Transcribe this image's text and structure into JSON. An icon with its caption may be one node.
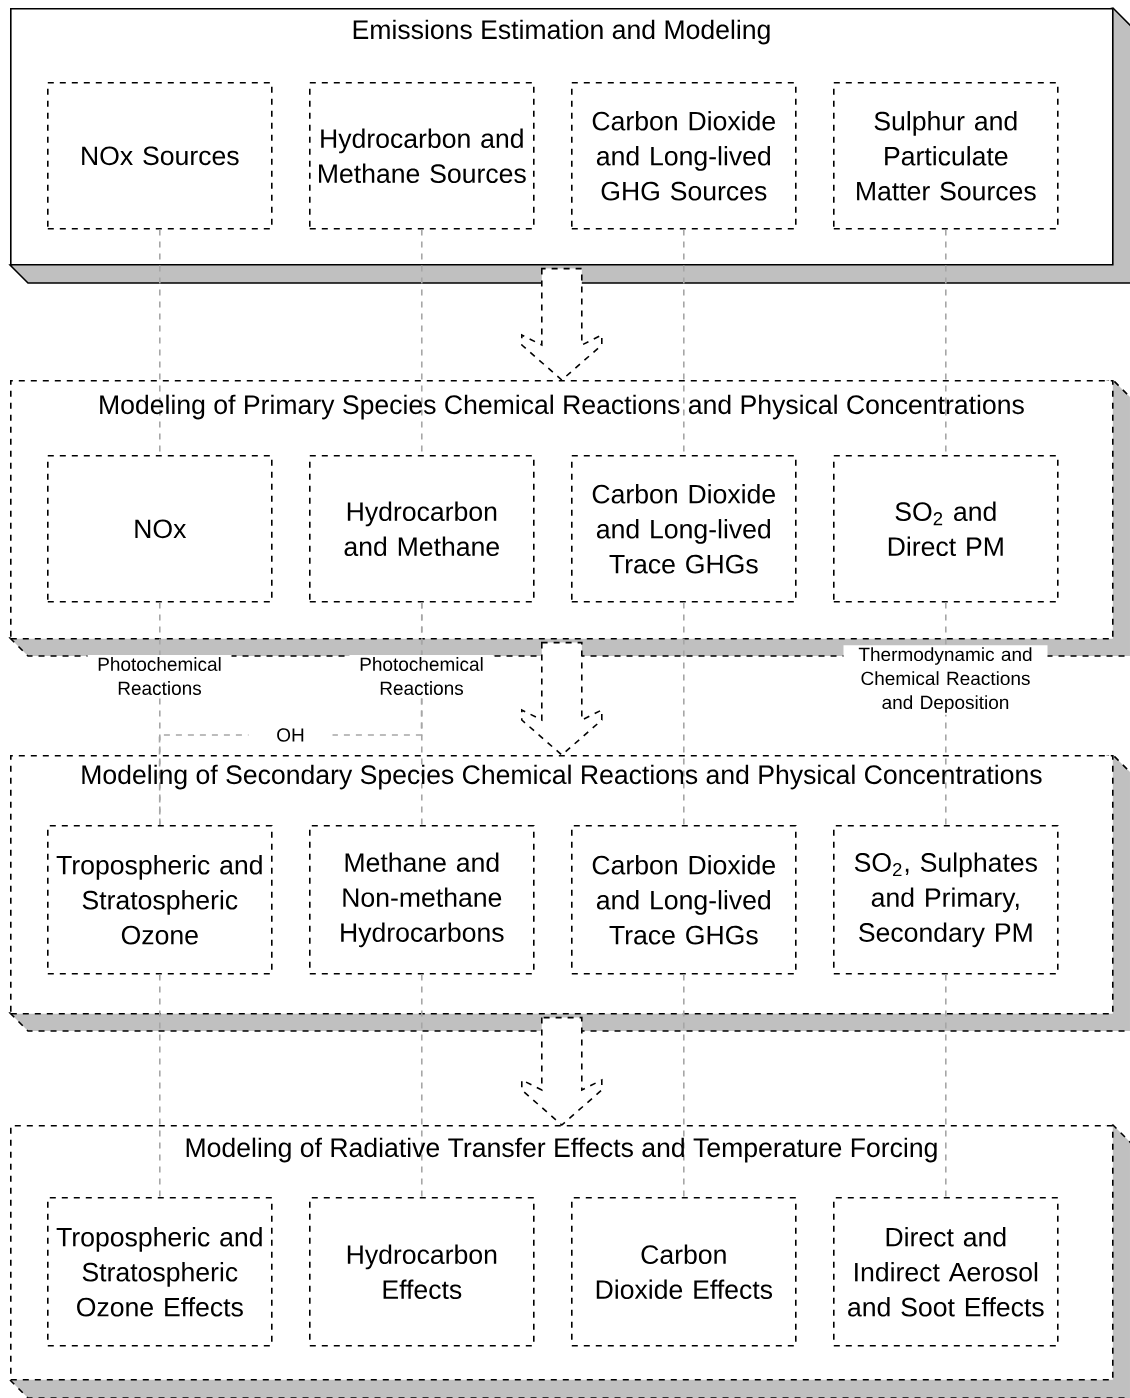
{
  "diagram": {
    "nodes": [
      {
        "text": [
          "Emissions Estimation and Modeling"
        ]
      },
      {
        "text": [
          "NOx Sources"
        ],
        "in": 0
      },
      {
        "text": [
          "Hydrocarbon and Methane Sources"
        ],
        "in": 0
      },
      {
        "text": [
          "Carbon Dioxide and Long-lived GHG Sources"
        ],
        "in": 0
      },
      {
        "text": [
          "Sulphur and Particulate Matter Sources"
        ],
        "in": 0
      },
      {
        "text": [
          "Modeling of Primary Species Chemical Reactions and Physical Concentrations"
        ]
      },
      {
        "text": [
          "NOx"
        ],
        "in": 5
      },
      {
        "text": [
          "Hydrocarbon and Methane"
        ],
        "in": 5
      },
      {
        "text": [
          "Carbon Dioxide and Long-lived Trace GHGs"
        ],
        "in": 5
      },
      {
        "text": [
          "SO$_{2}$ and Direct PM"
        ],
        "in": 5
      },
      {
        "text": [
          "Modeling of Secondary Species Chemical Reactions and Physical Concentrations"
        ]
      },
      {
        "text": [
          "Tropospheric and Stratospheric Ozone"
        ],
        "in": 10
      },
      {
        "text": [
          "Methane and Non-methane Hydrocarbons"
        ],
        "in": 10
      },
      {
        "text": [
          "Carbon Dioxide and Long-lived Trace GHGs"
        ],
        "in": 10
      },
      {
        "text": [
          "SO$_{2}$, Sulphates and Primary, Secondary PM"
        ],
        "in": 10
      },
      {
        "text": [
          "Modeling of Radiative Transfer Effects and Temperature Forcing"
        ]
      },
      {
        "text": [
          "Tropospheric and Stratospheric Ozone Effects"
        ],
        "in": 15
      },
      {
        "text": [
          "Hydrocarbon Effects"
        ],
        "in": 15
      },
      {
        "text": [
          "Carbon Dioxide Effects"
        ],
        "in": 15
      },
      {
        "text": [
          "Direct and Indirect Aerosol and Soot Effects"
        ],
        "in": 15
      }
    ],
    "edges": [
      {
        "from": 0,
        "to": 5,
        "arrow": "to",
        "style": "dashed",
        "color": "#000000"
      },
      {
        "from": 5,
        "to": 10,
        "arrow": "to",
        "style": "dashed",
        "color": "#000000"
      },
      {
        "from": 10,
        "to": 15,
        "arrow": "to",
        "style": "dashed",
        "color": "#000000"
      },
      {
        "from": 1,
        "to": 6,
        "arrow": "none",
        "style": "dashed",
        "color": "#a6a6a6"
      },
      {
        "from": 2,
        "to": 7,
        "arrow": "none",
        "style": "dashed",
        "color": "#a6a6a6"
      },
      {
        "from": 3,
        "to": 8,
        "arrow": "none",
        "style": "dashed",
        "color": "#a6a6a6"
      },
      {
        "from": 4,
        "to": 9,
        "arrow": "none",
        "style": "dashed",
        "color": "#a6a6a6"
      },
      {
        "from": 6,
        "to": 11,
        "arrow": "none",
        "style": "dashed",
        "color": "#a6a6a6",
        "label": "Photochemical Reactions"
      },
      {
        "from": 7,
        "to": 12,
        "arrow": "none",
        "style": "dashed",
        "color": "#a6a6a6",
        "label": "Photochemical Reactions"
      },
      {
        "from": 7,
        "to": 11,
        "arrow": "none",
        "style": "dashed",
        "color": "#a6a6a6",
        "label": "OH"
      },
      {
        "from": 8,
        "to": 13,
        "arrow": "none",
        "style": "dashed",
        "color": "#a6a6a6"
      },
      {
        "from": 9,
        "to": 14,
        "arrow": "none",
        "style": "dashed",
        "color": "#a6a6a6",
        "label": "Thermodynamic and Chemical Reactions and Deposition"
      },
      {
        "from": 11,
        "to": 16,
        "arrow": "none",
        "style": "dashed",
        "color": "#a6a6a6"
      },
      {
        "from": 12,
        "to": 17,
        "arrow": "none",
        "style": "dashed",
        "color": "#a6a6a6"
      },
      {
        "from": 13,
        "to": 18,
        "arrow": "none",
        "style": "dashed",
        "color": "#a6a6a6"
      },
      {
        "from": 14,
        "to": 19,
        "arrow": "none",
        "style": "dashed",
        "color": "#a6a6a6"
      }
    ]
  }
}
